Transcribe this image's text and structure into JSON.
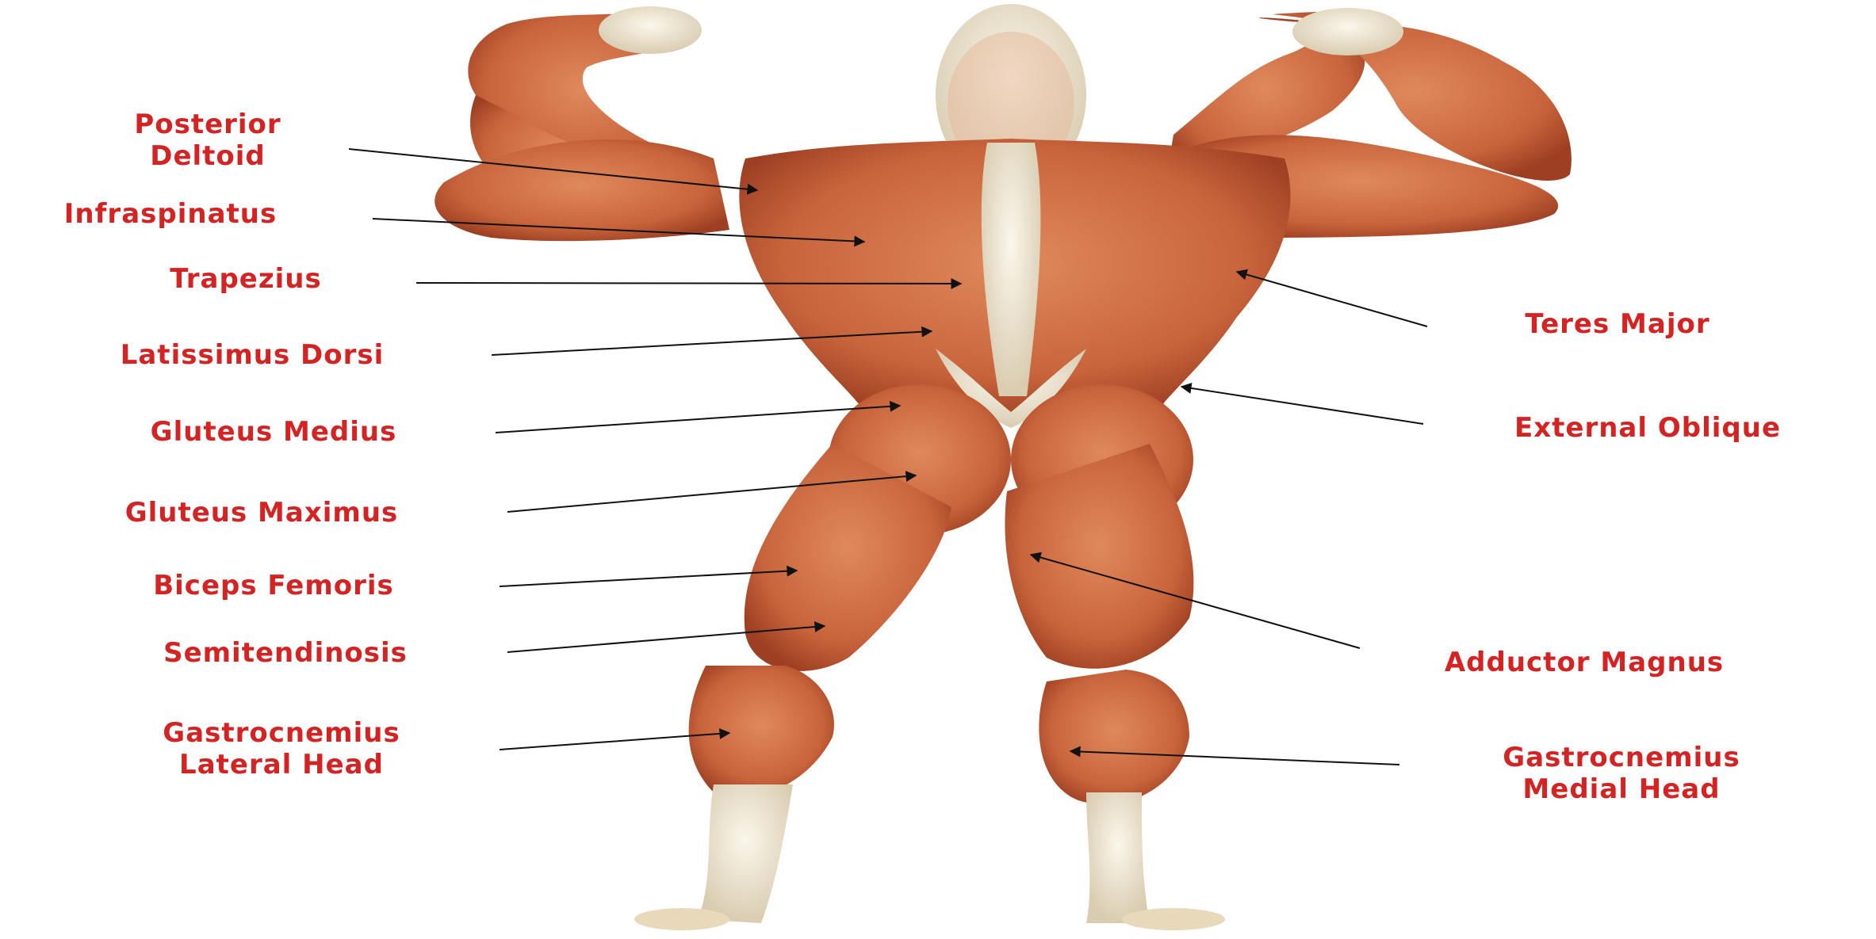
{
  "labels": {
    "posterior_deltoid": [
      "Posterior",
      "Deltoid"
    ],
    "infraspinatus": "Infraspinatus",
    "trapezius": "Trapezius",
    "latissimus_dorsi": "Latissimus Dorsi",
    "gluteus_medius": "Gluteus Medius",
    "gluteus_maximus": "Gluteus Maximus",
    "biceps_femoris": "Biceps Femoris",
    "semitendinosis": "Semitendinosis",
    "gastrocnemius_lateral": [
      "Gastrocnemius",
      "Lateral Head"
    ],
    "teres_major": "Teres Major",
    "external_oblique": "External Oblique",
    "adductor_magnus": "Adductor Magnus",
    "gastrocnemius_medial": [
      "Gastrocnemius",
      "Medial Head"
    ]
  },
  "colors": {
    "label": "#d42323",
    "muscle": "#c8643c",
    "muscle_dark": "#9c3f22",
    "tendon": "#efe6d0",
    "leader": "#111111"
  }
}
